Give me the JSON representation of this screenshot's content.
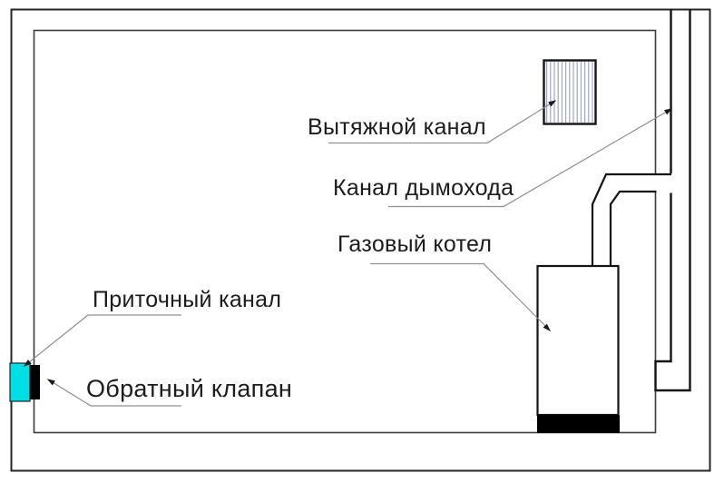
{
  "diagram": {
    "labels": {
      "exhaust_channel": "Вытяжной канал",
      "chimney_channel": "Канал дымохода",
      "gas_boiler": "Газовый котел",
      "supply_channel": "Приточный канал",
      "check_valve": "Обратный клапан"
    },
    "colors": {
      "supply_duct": "#00dfe6",
      "check_valve": "#000000",
      "vent_hatch": "#9fa6c6",
      "outline": "#141414",
      "wall_line": "#3c3c3c",
      "leader_line": "#8f8f8f"
    }
  }
}
